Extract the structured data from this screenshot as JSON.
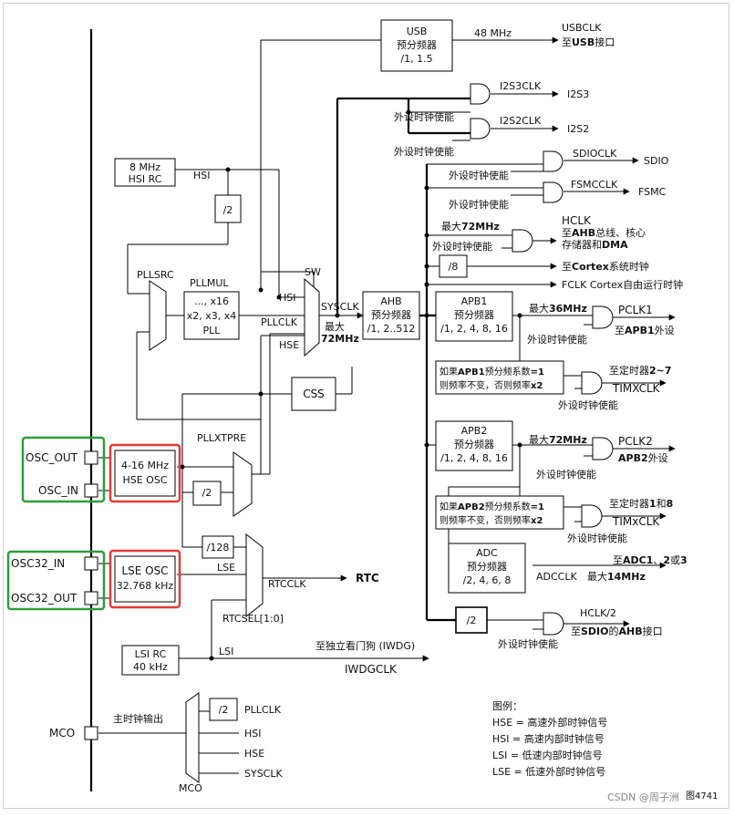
{
  "labels": {
    "usb_pre_1": "USB",
    "usb_pre_2": "预分频器",
    "usb_pre_3": "/1, 1.5",
    "usb_freq": "48 MHz",
    "usbclk": "USBCLK",
    "usb_to_1": "至",
    "usb_to_2": "USB",
    "usb_to_3": "接口",
    "i2s3clk": "I2S3CLK",
    "i2s3": "I2S3",
    "periph_en": "外设时钟使能",
    "i2s2clk": "I2S2CLK",
    "i2s2": "I2S2",
    "sdioclk": "SDIOCLK",
    "sdio": "SDIO",
    "fsmcclk": "FSMCCLK",
    "fsmc": "FSMC",
    "hsi_rc_1": "8 MHz",
    "hsi_rc_2": "HSI RC",
    "hsi": "HSI",
    "div2": "/2",
    "max72_pre": "最大",
    "max72_val": "72MHz",
    "hclk": "HCLK",
    "ahb_dst_1a": "至",
    "ahb_dst_1b": "AHB",
    "ahb_dst_1c": "总线、核心",
    "ahb_dst_2a": "存储器和",
    "ahb_dst_2b": "DMA",
    "div8": "/8",
    "cortex_a": "至",
    "cortex_b": "Cortex",
    "cortex_c": "系统时钟",
    "fclk": "FCLK Cortex自由运行时钟",
    "pllsrc": "PLLSRC",
    "pllmul": "PLLMUL",
    "pll_1": "..., x16",
    "pll_2": "x2, x3, x4",
    "pll_3": "PLL",
    "sw": "SW",
    "pllclk": "PLLCLK",
    "hse": "HSE",
    "sysclk": "SYSCLK",
    "ahb_pre_1": "AHB",
    "ahb_pre_2": "预分频器",
    "ahb_pre_3": "/1, 2..512",
    "apb1_1": "APB1",
    "apb1_2": "预分频器",
    "apb_div": "/1, 2, 4, 8, 16",
    "max36_pre": "最大",
    "max36_val": "36MHz",
    "pclk1": "PCLK1",
    "apb1_to_a": "至",
    "apb1_to_b": "APB1",
    "apb1_to_c": "外设",
    "css": "CSS",
    "tim1_cond_1a": "如果",
    "tim1_cond_1b": "APB1",
    "tim1_cond_1c": "预分频系数",
    "tim1_cond_1d": "=1",
    "tim1_cond_2a": "则频率不变，否则频率",
    "tim1_cond_2b": "x2",
    "tim1_to_a": "至定时器",
    "tim1_to_b": "2~7",
    "timxclk_1": "TIMXCLK",
    "osc_out": "OSC_OUT",
    "osc_in": "OSC_IN",
    "hse_osc_1": "4-16 MHz",
    "hse_osc_2": "HSE OSC",
    "pllxtpre": "PLLXTPRE",
    "apb2_1": "APB2",
    "apb2_2": "预分频器",
    "pclk2": "PCLK2",
    "apb2_to_a": "APB2",
    "apb2_to_b": "外设",
    "tim2_cond_1b": "APB2",
    "tim2_to_a": "至定时器",
    "tim2_to_b": "1",
    "tim2_to_c": "和",
    "tim2_to_d": "8",
    "timxclk_2": "TIMxCLK",
    "div128": "/128",
    "osc32_in": "OSC32_IN",
    "osc32_out": "OSC32_OUT",
    "lse_osc_1": "LSE OSC",
    "lse_osc_2": "32.768 kHz",
    "lse": "LSE",
    "rtcclk": "RTCCLK",
    "rtc": "RTC",
    "adc_to_a": "至",
    "adc_to_b": "ADC1",
    "adc_to_c": "、",
    "adc_to_d": "2",
    "adc_to_e": "或",
    "adc_to_f": "3",
    "adc_1": "ADC",
    "adc_2": "预分频器",
    "adc_3": "/2, 4, 6, 8",
    "adcclk": "ADCCLK",
    "max14_pre": "最大",
    "max14_val": "14MHz",
    "rtcsel": "RTCSEL[1:0]",
    "hclk2": "HCLK/2",
    "sdio_ahb_a": "至",
    "sdio_ahb_b": "SDIO",
    "sdio_ahb_c": "的",
    "sdio_ahb_d": "AHB",
    "sdio_ahb_e": "接口",
    "lsi_rc_1": "LSI RC",
    "lsi_rc_2": "40 kHz",
    "lsi": "LSI",
    "iwdg_to": "至独立看门狗 (IWDG)",
    "iwdgclk": "IWDGCLK",
    "mco_out": "主时钟输出",
    "mco": "MCO",
    "pllclk_src": "PLLCLK",
    "legend_title": "图例：",
    "legend_hse": "HSE = 高速外部时钟信号",
    "legend_hsi": "HSI = 高速内部时钟信号",
    "legend_lsi": "LSI = 低速内部时钟信号",
    "legend_lse": "LSE = 低速外部时钟信号",
    "watermark_1": "CSDN @周子洲",
    "figure_no": "图4741"
  }
}
